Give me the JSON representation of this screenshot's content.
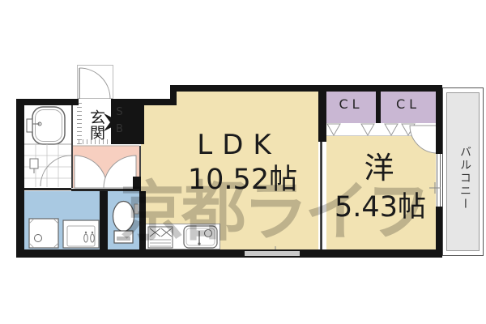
{
  "rooms": {
    "ldk": {
      "label": "LDK",
      "size": "10.52帖"
    },
    "western": {
      "label": "洋",
      "size": "5.43帖"
    },
    "entrance": {
      "label": "玄関"
    },
    "shoebox": {
      "label": "SB"
    },
    "closet_left": {
      "label": "CL"
    },
    "closet_right": {
      "label": "CL"
    },
    "balcony": {
      "label": "バルコニー"
    }
  },
  "watermark": {
    "text": "京都ライフ"
  },
  "colors": {
    "floor": "#F2E3B3",
    "closet": "#C9B7D3",
    "hallway": "#F7CFC0",
    "wet_area": "#A9C9E2",
    "balcony": "#E6E6E6",
    "wall": "#141414"
  }
}
